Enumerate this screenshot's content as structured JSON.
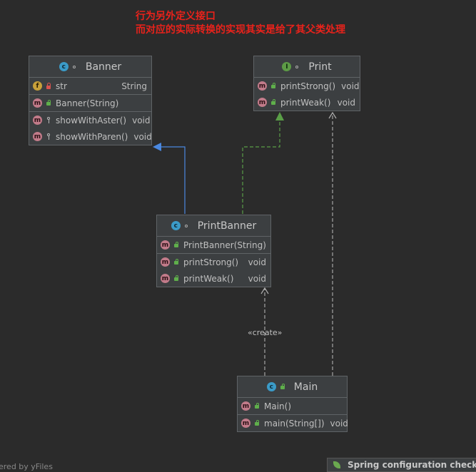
{
  "annotation": {
    "line1": "行为另外定义接口",
    "line2": "而对应的实际转换的实现其实是给了其父类处理",
    "color": "#e8221b"
  },
  "classes": {
    "banner": {
      "name": "Banner",
      "kind": "class",
      "fields": [
        {
          "name": "str",
          "type": "String"
        }
      ],
      "constructors": [
        {
          "name": "Banner(String)"
        }
      ],
      "methods": [
        {
          "name": "showWithAster()",
          "type": "void"
        },
        {
          "name": "showWithParen()",
          "type": "void"
        }
      ]
    },
    "print": {
      "name": "Print",
      "kind": "interface",
      "methods": [
        {
          "name": "printStrong()",
          "type": "void"
        },
        {
          "name": "printWeak()",
          "type": "void"
        }
      ]
    },
    "printbanner": {
      "name": "PrintBanner",
      "kind": "class",
      "constructors": [
        {
          "name": "PrintBanner(String)"
        }
      ],
      "methods": [
        {
          "name": "printStrong()",
          "type": "void"
        },
        {
          "name": "printWeak()",
          "type": "void"
        }
      ]
    },
    "main": {
      "name": "Main",
      "kind": "class",
      "constructors": [
        {
          "name": "Main()"
        }
      ],
      "methods": [
        {
          "name": "main(String[])",
          "type": "void"
        }
      ]
    }
  },
  "edges": {
    "create_label": "«create»",
    "inheritance_color": "#4a88e0",
    "realization_color": "#5a9e47",
    "dependency_color": "#b0b0b0"
  },
  "badges": {
    "class": "c",
    "interface": "I",
    "method": "m",
    "field": "f"
  },
  "footer": {
    "watermark": "ered by yFiles",
    "panel_label": "Spring configuration check"
  }
}
